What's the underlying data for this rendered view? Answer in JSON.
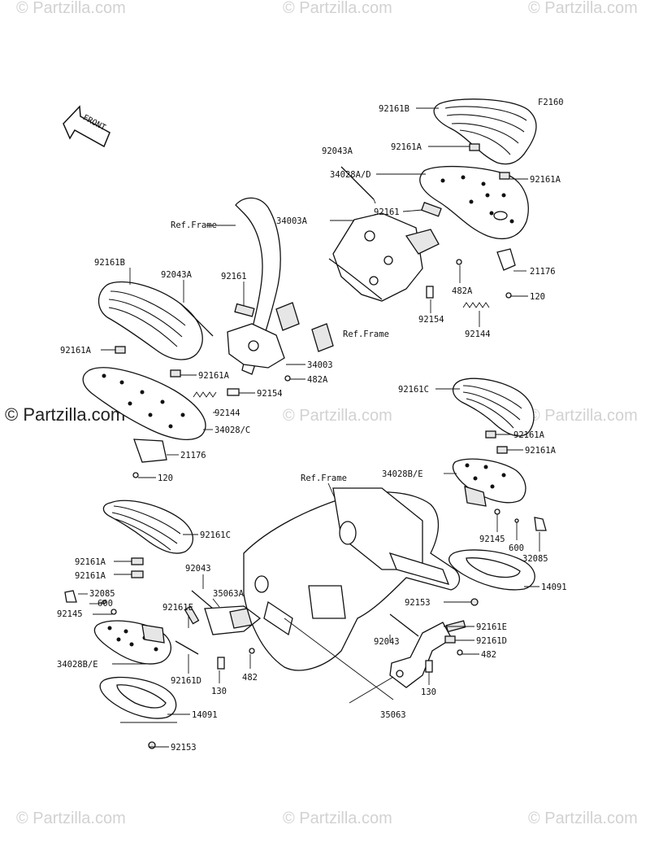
{
  "figure_code": "F2160",
  "front_arrow": "FRONT",
  "ref_frame": "Ref.Frame",
  "watermark": "© Partzilla.com",
  "labels": {
    "l92161B_top": "92161B",
    "l92161A_top": "92161A",
    "l92043A_top": "92043A",
    "l34028AD": "34028A/D",
    "l92161A_right": "92161A",
    "l34003A": "34003A",
    "l92161_top": "92161",
    "l21176_top": "21176",
    "l482A_top": "482A",
    "l92154_top": "92154",
    "l120_top": "120",
    "l92144_top": "92144",
    "l92161B_left": "92161B",
    "l92043A_left": "92043A",
    "l92161_left": "92161",
    "l92161A_left": "92161A",
    "l34003": "34003",
    "l92161A_mid": "92161A",
    "l482A_left": "482A",
    "l92154_left": "92154",
    "l92144_left": "92144",
    "l34028C": "34028/C",
    "l21176_left": "21176",
    "l120_left": "120",
    "l92161C_right": "92161C",
    "l92161A_r1": "92161A",
    "l92161A_r2": "92161A",
    "l34028BE_right": "34028B/E",
    "l92145_right": "92145",
    "l600_right": "600",
    "l32085_right": "32085",
    "l14091_right": "14091",
    "l92153_right": "92153",
    "l92161E_right": "92161E",
    "l92161D_right": "92161D",
    "l482_right": "482",
    "l92043_right": "92043",
    "l130_right": "130",
    "l35063": "35063",
    "l92161C_left": "92161C",
    "l92161A_l1": "92161A",
    "l92161A_l2": "92161A",
    "l32085_left": "32085",
    "l600_left": "600",
    "l92145_left": "92145",
    "l92043_left": "92043",
    "l35063A": "35063A",
    "l92161E_left": "92161E",
    "l34028BE_left": "34028B/E",
    "l92161D_left": "92161D",
    "l130_left": "130",
    "l482_left": "482",
    "l14091_left": "14091",
    "l92153_left": "92153"
  }
}
